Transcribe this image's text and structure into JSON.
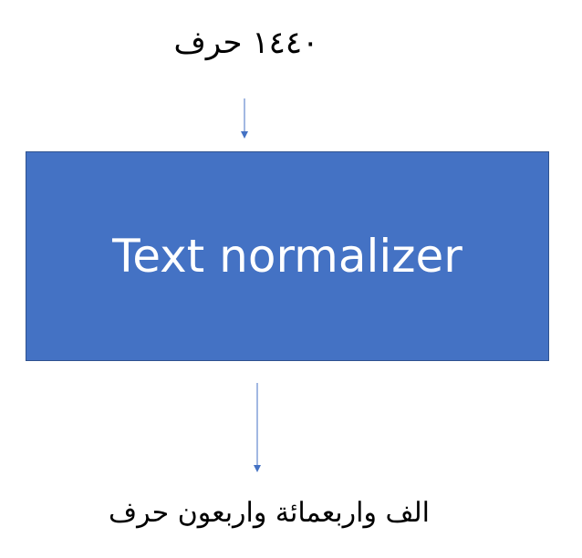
{
  "diagram": {
    "input": {
      "text": "١٤٤٠ حرف"
    },
    "process": {
      "label": "Text normalizer"
    },
    "output": {
      "text": "الف واربعمائة واربعون حرف"
    },
    "colors": {
      "box_fill": "#4472c4",
      "box_border": "#2f528f",
      "box_text": "#ffffff",
      "arrow": "#4472c4",
      "text": "#000000"
    }
  }
}
